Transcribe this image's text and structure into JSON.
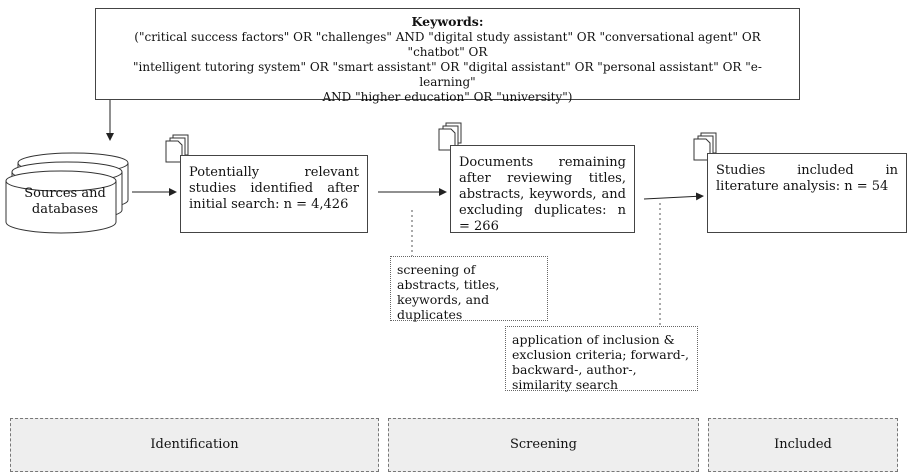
{
  "keywords": {
    "title": "Keywords:",
    "line1": "(\"critical success factors\" OR \"challenges\" AND \"digital study assistant\" OR \"conversational agent\" OR \"chatbot\" OR",
    "line2": "\"intelligent tutoring system\" OR \"smart assistant\" OR \"digital assistant\" OR \"personal assistant\" OR \"e-learning\"",
    "line3": "AND \"higher education\" OR \"university\")"
  },
  "sources": {
    "label": "Sources and databases"
  },
  "stages": {
    "identified": "Potentially relevant studies identified after initial search: n = 4,426",
    "remaining": "Documents remaining after reviewing titles, abstracts, keywords, and excluding duplicates: n = 266",
    "included": "Studies included in literature analysis: n = 54"
  },
  "notes": {
    "screening": "screening of abstracts, titles, keywords, and duplicates",
    "inclusion": "application of inclusion & exclusion criteria; forward-, backward-, author-, similarity search"
  },
  "phases": {
    "identification": "Identification",
    "screening": "Screening",
    "included": "Included"
  },
  "colors": {
    "phase_fill": "#eeeeee",
    "line": "#444444"
  },
  "icons": {
    "database": "database-stack-icon",
    "document": "document-stack-icon"
  }
}
